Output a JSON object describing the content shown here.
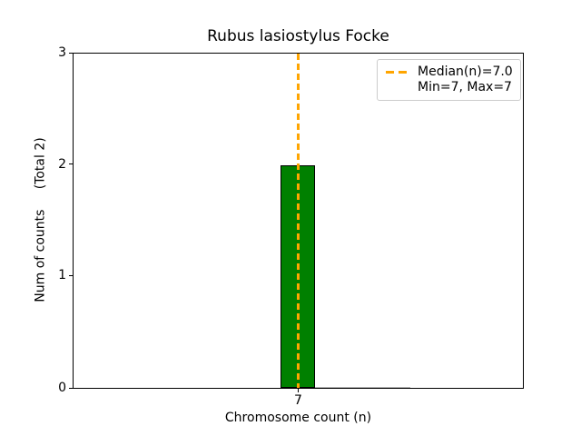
{
  "chart_data": {
    "type": "bar",
    "title": "Rubus lasiostylus Focke",
    "xlabel": "Chromosome count (n)",
    "ylabel": "Num of counts     (Total 2)",
    "categories": [
      7
    ],
    "values": [
      2
    ],
    "total_counts": 2,
    "median_n": 7.0,
    "min_n": 7,
    "max_n": 7,
    "ylim": [
      0,
      3
    ],
    "ytick_labels": [
      "3",
      "2",
      "1",
      "0"
    ],
    "xtick_labels": [
      "7"
    ],
    "legend_entries": [
      "Median(n)=7.0",
      "Min=7, Max=7"
    ],
    "legend_position": "upper right",
    "grid": false,
    "colors": {
      "bar_fill": "#008000",
      "bar_edge": "#000000",
      "median_line": "#FFA500",
      "axis": "#000000",
      "legend_border": "#cccccc",
      "background": "#ffffff",
      "zero_bar_edge": "#b4b4b4"
    }
  }
}
